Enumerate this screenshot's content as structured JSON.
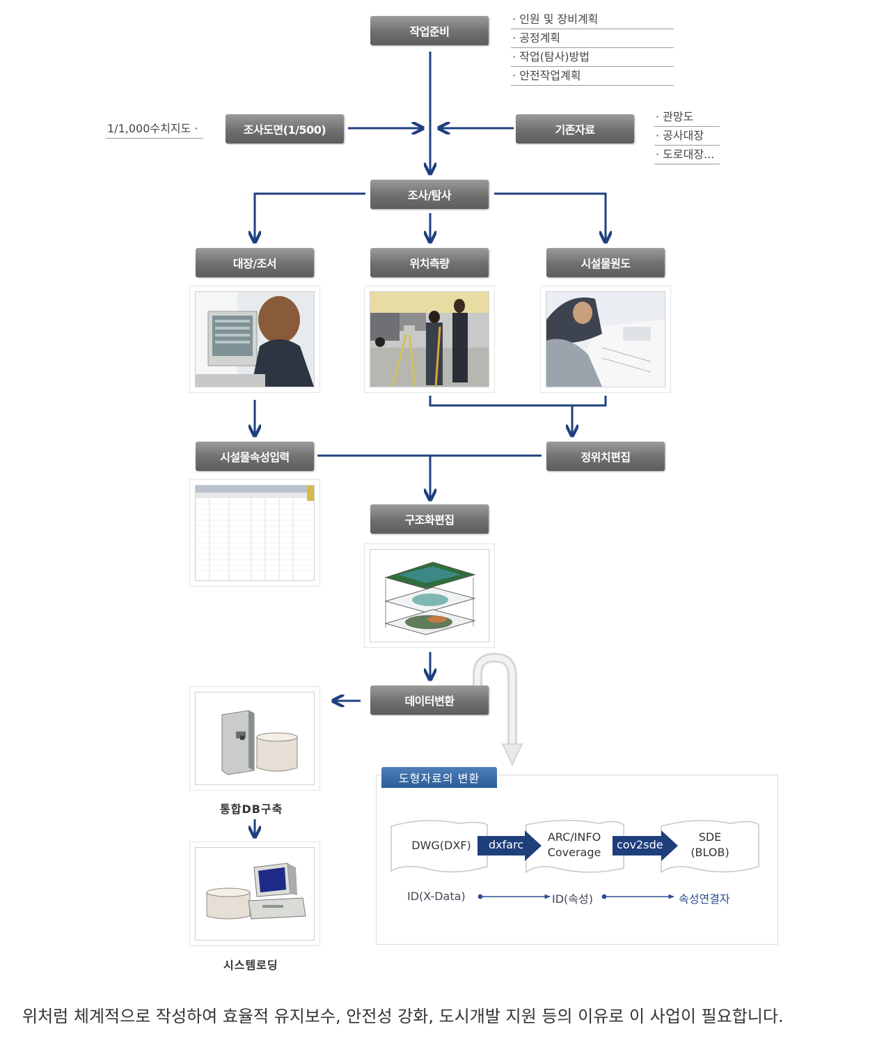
{
  "nodes": {
    "prep": "작업준비",
    "survey_map": "조사도면(1/500)",
    "existing": "기존자료",
    "investigate": "조사/탐사",
    "ledger": "대장/조서",
    "position": "위치측량",
    "original": "시설물원도",
    "attr_input": "시설물속성입력",
    "pos_edit": "정위치편집",
    "struct_edit": "구조화편집",
    "convert": "데이터변환"
  },
  "prep_notes": [
    "· 인원 및 장비계획",
    "· 공정계획",
    "· 작업(탐사)방법",
    "· 안전작업계획"
  ],
  "left_note": "1/1,000수치지도 ·",
  "existing_notes": [
    "· 관망도",
    "· 공사대장",
    "· 도로대장..."
  ],
  "captions": {
    "db_build": "통합DB구축",
    "system_load": "시스템로딩"
  },
  "panel": {
    "title": "도형자료의 변환",
    "doc1": "DWG(DXF)",
    "arrow1": "dxfarc",
    "doc2_line1": "ARC/INFO",
    "doc2_line2": "Coverage",
    "arrow2": "cov2sde",
    "doc3_line1": "SDE",
    "doc3_line2": "(BLOB)",
    "id1": "ID(X-Data)",
    "id2": "ID(속성)",
    "id3": "속성연결자"
  },
  "footer": "위처럼 체계적으로 작성하여 효율적 유지보수, 안전성 강화, 도시개발 지원 등의 이유로 이 사업이 필요합니다."
}
